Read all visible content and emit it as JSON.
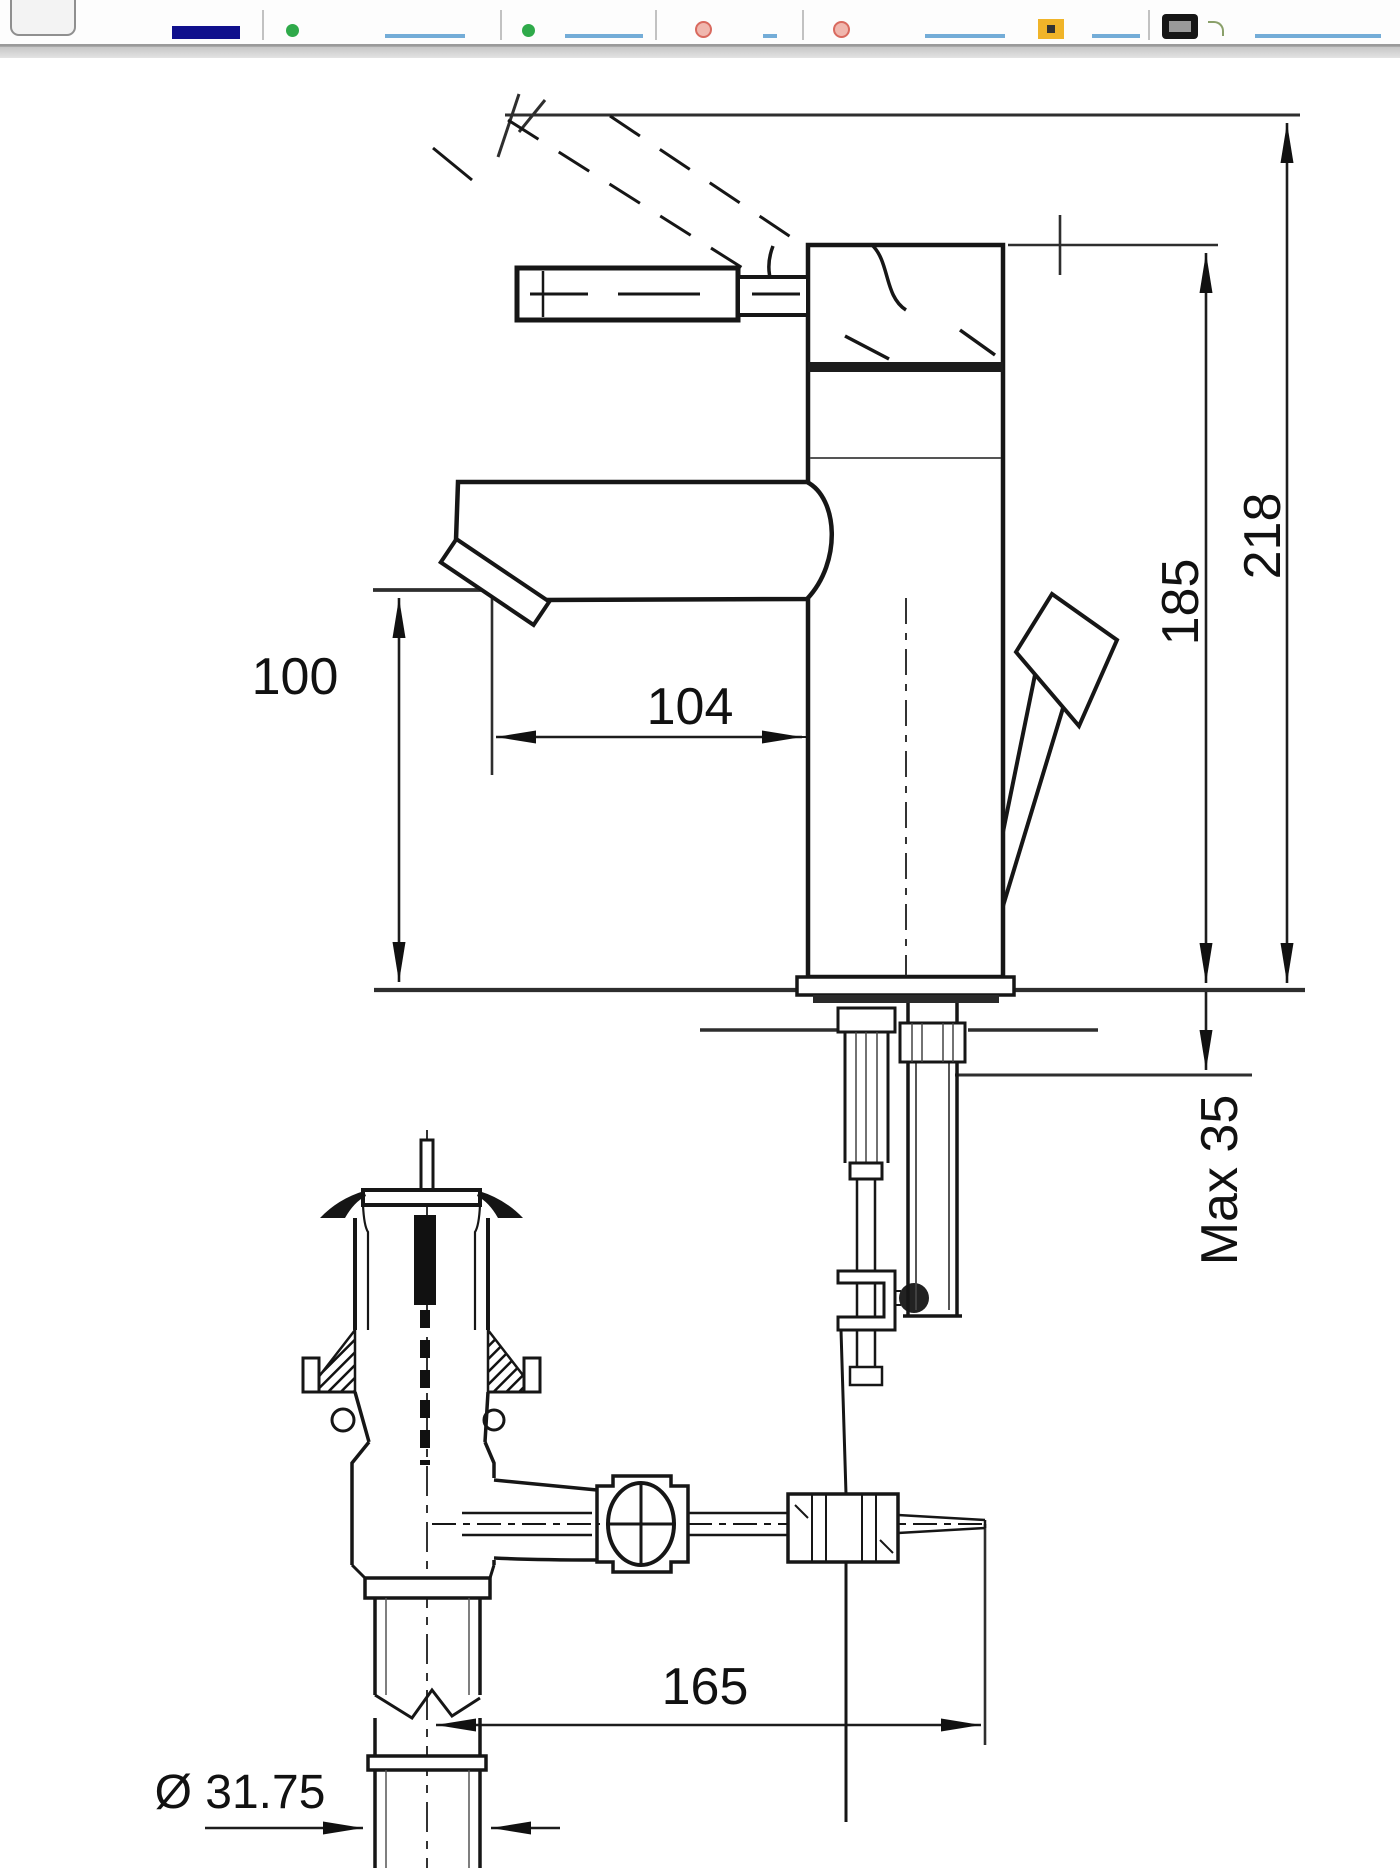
{
  "window": {
    "toolbar": {
      "items": [
        {
          "icon": "nav-button-stub"
        },
        {
          "icon": "navy-underline-favicon"
        },
        {
          "icon": "green-dot-favicon"
        },
        {
          "icon": "link-text-stub"
        },
        {
          "icon": "green-dot-favicon"
        },
        {
          "icon": "link-text-stub"
        },
        {
          "icon": "red-circle-favicon"
        },
        {
          "icon": "link-text-stub-short"
        },
        {
          "icon": "red-circle-favicon"
        },
        {
          "icon": "link-text-stub"
        },
        {
          "icon": "yellow-square-favicon"
        },
        {
          "icon": "link-text-stub"
        },
        {
          "icon": "camera-favicon"
        },
        {
          "icon": "curl-arrow-favicon"
        },
        {
          "icon": "link-text-stub"
        }
      ]
    }
  },
  "diagram": {
    "type": "technical-dimension-drawing",
    "subject": "single-lever basin mixer tap with pop-up waste drain, side section view",
    "units": "mm",
    "colors": {
      "line": "#1b1b1b",
      "background": "#ffffff"
    },
    "dimensions": {
      "total_height": {
        "label": "218",
        "value": 218,
        "orientation": "vertical",
        "meaning": "overall height incl. lever raised"
      },
      "body_height": {
        "label": "185",
        "value": 185,
        "orientation": "vertical",
        "meaning": "height of faucet body above deck"
      },
      "spout_reach": {
        "label": "104",
        "value": 104,
        "orientation": "horizontal",
        "meaning": "spout reach from outlet to body"
      },
      "spout_height": {
        "label": "100",
        "value": 100,
        "orientation": "vertical",
        "meaning": "spout outlet height above deck"
      },
      "max_deck": {
        "label": "Max 35",
        "value": 35,
        "orientation": "vertical",
        "meaning": "maximum deck thickness"
      },
      "drain_offset": {
        "label": "165",
        "value": 165,
        "orientation": "horizontal",
        "meaning": "drain centre to pop-up rod end"
      },
      "drain_diameter": {
        "label": "Ø 31.75",
        "value": 31.75,
        "orientation": "horizontal",
        "meaning": "drain tailpipe diameter"
      }
    }
  }
}
